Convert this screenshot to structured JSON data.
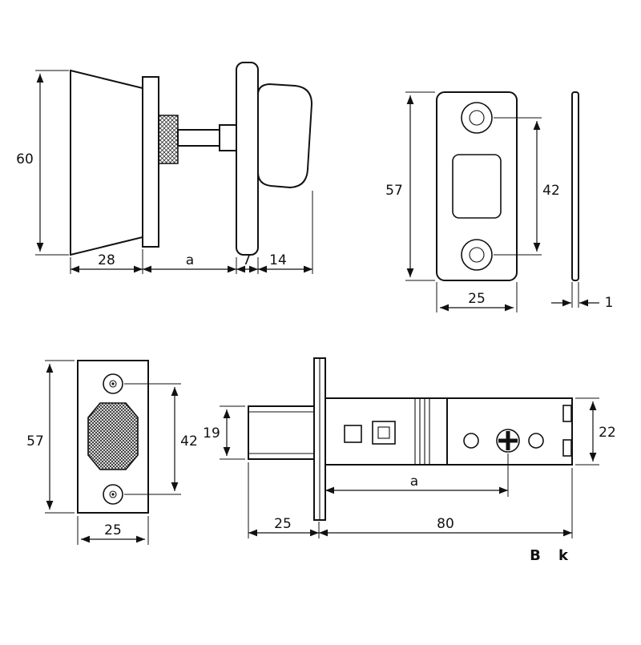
{
  "drawing": {
    "background": "#ffffff",
    "line_color": "#111111",
    "views": {
      "thumbturn": {
        "title": "thumbturn-deadbolt-side-view",
        "dim_height": "60",
        "dim_cone_depth": "28",
        "dim_spindle": "a",
        "dim_rose_thickness": "7",
        "dim_turn_depth": "14"
      },
      "strikeplate": {
        "title": "strike-plate-front-view",
        "dim_height": "57",
        "dim_hole_centers": "42",
        "dim_width": "25",
        "dim_thickness": "1"
      },
      "boxstrike": {
        "title": "box-strike-front-view",
        "dim_height": "57",
        "dim_hole_centers": "42",
        "dim_width": "25"
      },
      "latch": {
        "title": "tubular-latch-side-view",
        "dim_bolt_height": "19",
        "dim_case_height": "22",
        "dim_backset": "a",
        "dim_faceplate": "25",
        "dim_body_length": "80",
        "ref_b": "B",
        "ref_k": "k"
      }
    }
  }
}
